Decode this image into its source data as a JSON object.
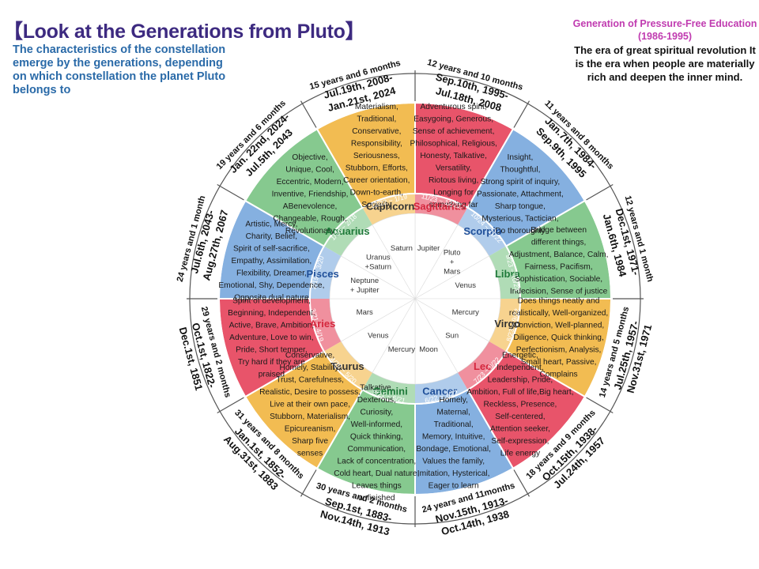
{
  "title": "【Look at the Generations from Pluto】",
  "subtitle": "The characteristics of the constellation emerge by the generations, depending on which constellation the planet Pluto belongs to",
  "note": {
    "heading": "Generation of Pressure-Free Education (1986-1995)",
    "body": "The era of great spiritual revolution It is the era when people are materially rich and deepen the inner mind."
  },
  "colors": {
    "fire": "#e8546a",
    "earth": "#f2bc52",
    "air": "#85b0e0",
    "water": "#86c98f",
    "fire_text": "#d4273d",
    "earth_text": "#333333",
    "air_text": "#1f4f99",
    "water_text": "#1f7a3a"
  },
  "signs": [
    {
      "name": "Sagittarius",
      "element": "fire",
      "dates": "11/23 ~ 12/21",
      "planet": [
        "Jupiter"
      ],
      "traits": [
        "Adventurous spirit,",
        "Easygoing, Generous,",
        "Sense of achievement,",
        "Philosophical, Religious,",
        "Honesty, Talkative,",
        "Versatility,",
        "Riotous living,",
        "Longing for",
        "something far"
      ],
      "period": [
        "Sep.10th, 1995-",
        "Jul.18th, 2008"
      ],
      "duration": "12 years and 10 months"
    },
    {
      "name": "Scorpio",
      "element": "air",
      "dates": "10/24 ~ 11/22",
      "planet": [
        "Pluto",
        "+",
        "Mars"
      ],
      "traits": [
        "Insight,",
        "Thoughtful,",
        "Strong spirit of inquiry,",
        "Passionate, Attachment,",
        "Sharp tongue,",
        "Mysterious, Tactician,",
        "Do thoroughly"
      ],
      "period": [
        "Jan.7th, 1984-",
        "Sep.9th, 1995"
      ],
      "duration": "11 years and 8 months"
    },
    {
      "name": "Libra",
      "element": "water",
      "dates": "9/23 ~ 10/23",
      "planet": [
        "Venus"
      ],
      "traits": [
        "Bridge between",
        "different things,",
        "Adjustment, Balance, Calm,",
        "Fairness, Pacifism,",
        "Sophistication, Sociable,",
        "Indecision, Sense of justice"
      ],
      "period": [
        "Dec.1st, 1971-",
        "Jan.6th, 1984"
      ],
      "duration": "12 years and 1 month"
    },
    {
      "name": "Virgo",
      "element": "earth",
      "dates": "8/23 ~ 9/22",
      "planet": [
        "Mercury"
      ],
      "traits": [
        "Does things neatly and",
        "realistically, Well-organized,",
        "Conviction, Well-planned,",
        "Diligence, Quick thinking,",
        "Perfectionism, Analysis,",
        "Small heart, Passive,",
        "Complains"
      ],
      "period": [
        "Jul.25th, 1957-",
        "Nov.31st, 1971"
      ],
      "duration": "14 years and 5 months"
    },
    {
      "name": "Leo",
      "element": "fire",
      "dates": "7/23 ~ 8/22",
      "planet": [
        "Sun"
      ],
      "traits": [
        "Energetic,",
        "Independent,",
        "Leadership, Pride,",
        "Ambition, Full of life,Big heart,",
        "Reckless, Presence,",
        "Self-centered,",
        "Attention seeker,",
        "Self-expression,",
        "Life energy"
      ],
      "period": [
        "Oct.15th, 1938-",
        "Jul.24th, 1957"
      ],
      "duration": "18 years and 9 months"
    },
    {
      "name": "Cancer",
      "element": "air",
      "dates": "6/22 ~ 7/22",
      "planet": [
        "Moon"
      ],
      "traits": [
        "Homely,",
        "Maternal,",
        "Traditional,",
        "Memory, Intuitive,",
        "Bondage, Emotional,",
        "Values the family,",
        "Imitation, Hysterical,",
        "Eager to learn"
      ],
      "period": [
        "Nov.15th, 1913-",
        "Oct.14th, 1938"
      ],
      "duration": "24 years and 11months"
    },
    {
      "name": "Gemini",
      "element": "water",
      "dates": "5/21 ~ 6/21",
      "planet": [
        "Mercury"
      ],
      "traits": [
        "Talkative,",
        "Dexterous,",
        "Curiosity,",
        "Well-informed,",
        "Quick thinking,",
        "Communication,",
        "Lack of concentration,",
        "Cold heart,  Dual nature,",
        "Leaves things",
        "unfinished"
      ],
      "period": [
        "Sep.1st, 1883-",
        "Nov.14th, 1913"
      ],
      "duration": "30 years and 2 months"
    },
    {
      "name": "Taurus",
      "element": "earth",
      "dates": "4/20 ~ 5/20",
      "planet": [
        "Venus"
      ],
      "traits": [
        "Conservative,",
        "Homely, Stability,",
        "Trust, Carefulness,",
        "Realistic, Desire to possess,",
        "Live at their own pace,",
        "Stubborn, Materialism,",
        "Epicureanism,",
        "Sharp five",
        "senses"
      ],
      "period": [
        "Jan.1st, 1852-",
        "Aug.31st, 1883"
      ],
      "duration": "31 years and 8 months"
    },
    {
      "name": "Aries",
      "element": "fire",
      "dates": "3/21 ~ 4/19",
      "planet": [
        "Mars"
      ],
      "traits": [
        "Spirit of development,",
        "Beginning, Independent,",
        "Active, Brave, Ambition,",
        "Adventure, Love to win,",
        "Pride, Short temper,",
        "Try hard if they are",
        "praised"
      ],
      "period": [
        "Oct.1st, 1822-",
        "Dec.1st, 1851"
      ],
      "duration": "29 years and 2 months"
    },
    {
      "name": "Pisces",
      "element": "air",
      "dates": "2/19 ~ 3/20",
      "planet": [
        "Neptune",
        "+ Jupiter"
      ],
      "traits": [
        "Artistic, Mercy,",
        "Charity, Belief,",
        "Spirit of self-sacrifice,",
        "Empathy, Assimilation,",
        "Flexibility, Dreamer,",
        "Emotional, Shy, Dependence,",
        "Opposite dual nature"
      ],
      "period": [
        "Jul.6th, 2043-",
        "Aug.27th, 2067"
      ],
      "duration": "24 years and 1 month"
    },
    {
      "name": "Aquarius",
      "element": "water",
      "dates": "1/20 ~ 2/18",
      "planet": [
        "Uranus",
        "+Saturn"
      ],
      "traits": [
        "Objective,",
        "Unique, Cool,",
        "Eccentric, Modern,",
        "Inventive, Friendship,",
        "ABenevolence,",
        "Changeable, Rough,",
        "Revolutionary"
      ],
      "period": [
        "Jan. 22nd, 2024-",
        "Jul.5th, 2043"
      ],
      "duration": "19 years and 6 months"
    },
    {
      "name": "Capricorn",
      "element": "earth",
      "dates": "12/22 ~ 1/19",
      "planet": [
        "Saturn"
      ],
      "traits": [
        "Materialism,",
        "Traditional,",
        "Conservative,",
        "Responsibility,",
        "Seriousness,",
        "Stubborn, Efforts,",
        "Career orientation,",
        "Down-to-earth,",
        "Sociality"
      ],
      "period": [
        "Jul.19th, 2008-",
        "Jan.21st, 2024"
      ],
      "duration": "15 years and 6 months"
    }
  ]
}
